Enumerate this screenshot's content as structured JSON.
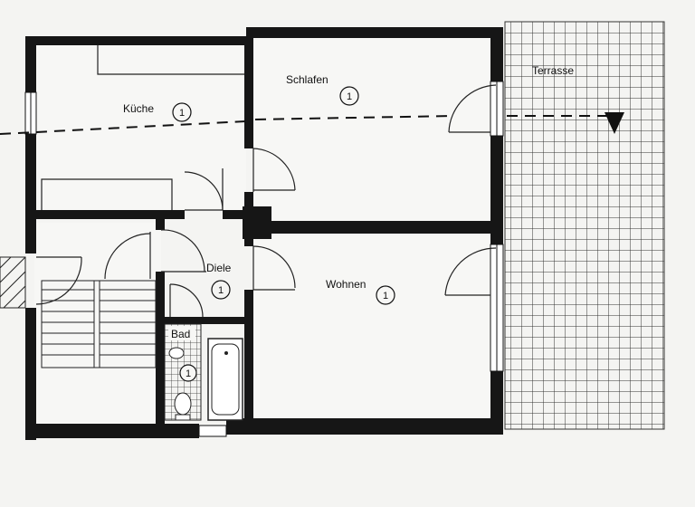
{
  "rooms": [
    {
      "id": "kueche",
      "name": "Küche",
      "badge": "1"
    },
    {
      "id": "schlafen",
      "name": "Schlafen",
      "badge": "1"
    },
    {
      "id": "terrasse",
      "name": "Terrasse",
      "badge": ""
    },
    {
      "id": "diele",
      "name": "Diele",
      "badge": "1"
    },
    {
      "id": "wohnen",
      "name": "Wohnen",
      "badge": "1"
    },
    {
      "id": "bad",
      "name": "Bad",
      "badge": "1"
    }
  ],
  "colors": {
    "wall": "#161616",
    "paper": "#f4f4f2",
    "line": "#222222"
  }
}
